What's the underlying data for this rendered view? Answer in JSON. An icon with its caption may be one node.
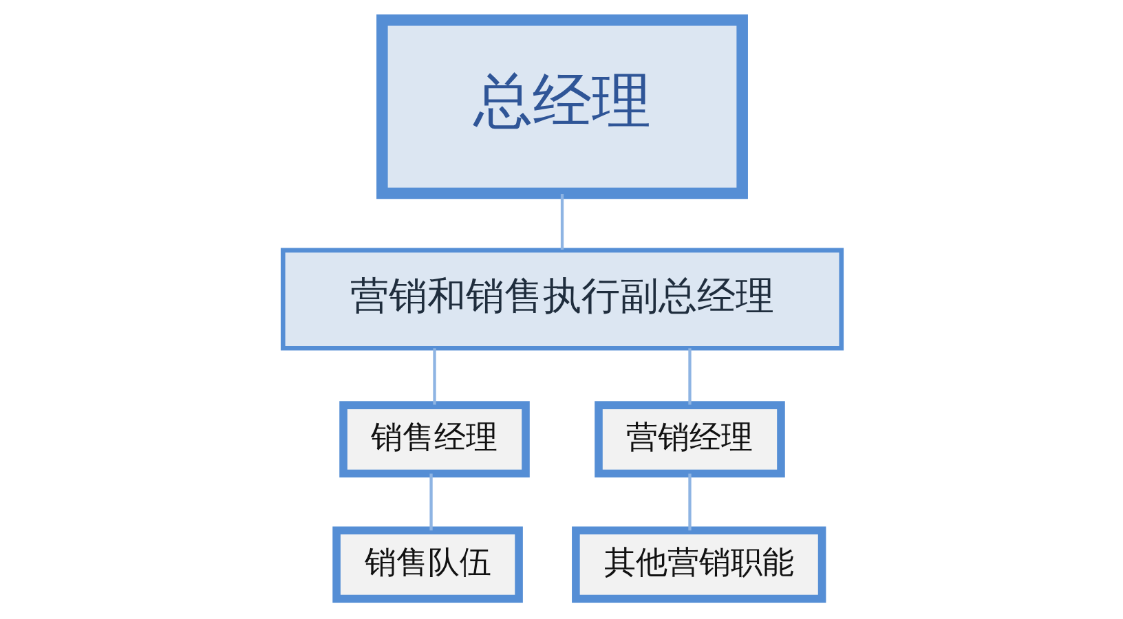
{
  "diagram": {
    "nodes": [
      {
        "text": [
          "总经理"
        ]
      },
      {
        "text": [
          "营销和销售执行副总经理"
        ]
      },
      {
        "text": [
          "销售经理"
        ]
      },
      {
        "text": [
          "营销经理"
        ]
      },
      {
        "text": [
          "销售队伍"
        ]
      },
      {
        "text": [
          "其他营销职能"
        ]
      }
    ],
    "edges": [
      {
        "from": 0,
        "to": 1,
        "arrow": "none"
      },
      {
        "from": 1,
        "to": 2,
        "arrow": "none"
      },
      {
        "from": 1,
        "to": 3,
        "arrow": "none"
      },
      {
        "from": 2,
        "to": 4,
        "arrow": "none"
      },
      {
        "from": 3,
        "to": 5,
        "arrow": "none"
      }
    ]
  }
}
